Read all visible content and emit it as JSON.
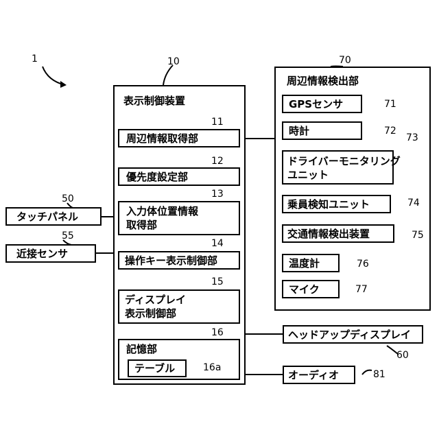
{
  "refs": {
    "system": "1",
    "display_controller": "10",
    "surroundings_detector": "70",
    "touch_panel": "50",
    "proximity_sensor": "55",
    "hud": "60",
    "audio": "81"
  },
  "display_controller": {
    "title": "表示制御装置",
    "units": [
      {
        "ref": "11",
        "label": "周辺情報取得部"
      },
      {
        "ref": "12",
        "label": "優先度設定部"
      },
      {
        "ref": "13",
        "label_line1": "入力体位置情報",
        "label_line2": "取得部"
      },
      {
        "ref": "14",
        "label": "操作キー表示制御部"
      },
      {
        "ref": "15",
        "label_line1": "ディスプレイ",
        "label_line2": "表示制御部"
      },
      {
        "ref": "16",
        "label": "記憶部",
        "table": {
          "ref": "16a",
          "label": "テーブル"
        }
      }
    ]
  },
  "surroundings_detector": {
    "title": "周辺情報検出部",
    "units": [
      {
        "ref": "71",
        "label": "GPSセンサ"
      },
      {
        "ref": "72",
        "label": "時計"
      },
      {
        "ref": "73",
        "label_line1": "ドライバーモニタリング",
        "label_line2": "ユニット"
      },
      {
        "ref": "74",
        "label": "乗員検知ユニット"
      },
      {
        "ref": "75",
        "label": "交通情報検出装置"
      },
      {
        "ref": "76",
        "label": "温度計"
      },
      {
        "ref": "77",
        "label": "マイク"
      }
    ]
  },
  "external": {
    "touch_panel": "タッチパネル",
    "proximity_sensor": "近接センサ",
    "hud": "ヘッドアップディスプレイ",
    "audio": "オーディオ"
  }
}
